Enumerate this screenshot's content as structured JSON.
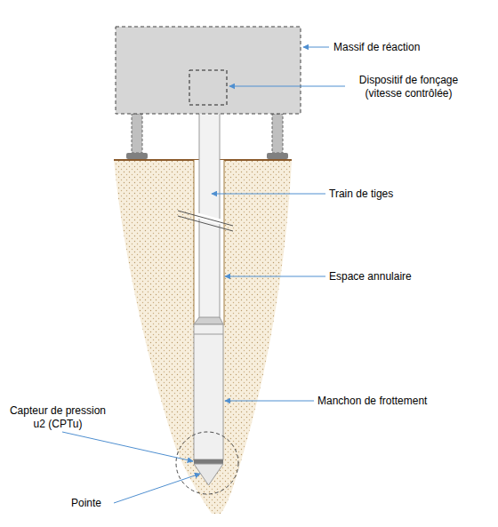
{
  "diagram": {
    "labels": [
      "Massif de réaction",
      "Dispositif de fonçage (vitesse contrôlée)",
      "Train de tiges",
      "Espace annulaire",
      "Manchon de frottement",
      "Capteur de pression u2 (CPTu)",
      "Pointe"
    ]
  }
}
